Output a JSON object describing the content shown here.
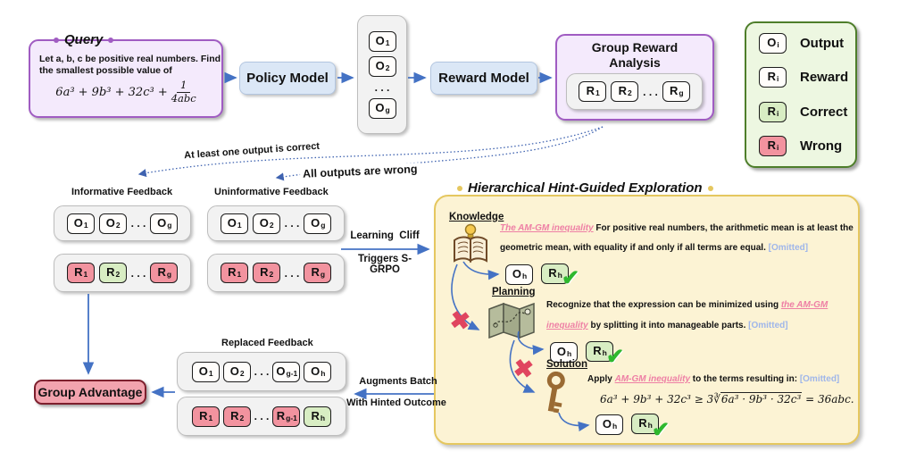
{
  "palette": {
    "arrow_blue": "#4472c4",
    "model_box_fill": "#dbe7f6",
    "purple_border": "#a05cc2",
    "purple_fill": "#f4eafc",
    "container_fill": "#f2f2f2",
    "token_correct_green": "#d8edc3",
    "token_wrong_pink": "#f2939f",
    "legend_fill": "#edf7e1",
    "legend_border": "#4e7e2a",
    "panel_yellow_fill": "#fcf3d4",
    "panel_yellow_border": "#e5c75f",
    "advantage_fill": "#f2a3ae",
    "advantage_border": "#7d1f2d",
    "hint_pink": "#ee7fa5",
    "omitted_blue": "#9fb6ea",
    "check_green": "#2eb82e",
    "cross_red": "#e0455f"
  },
  "symbols": {
    "ellipsis": ". . .",
    "check": "✔",
    "cross": "✖"
  },
  "query": {
    "title": "Query",
    "line1": "Let a, b, c be positive real numbers. Find",
    "line2": "the smallest possible value of",
    "math_main": "6a³ + 9b³ + 32c³ +",
    "frac_num": "1",
    "frac_den": "4abc"
  },
  "flow": {
    "policy_model_label": "Policy Model",
    "reward_model_label": "Reward Model",
    "outputs_stack": [
      {
        "base": "O",
        "sub": "1"
      },
      {
        "base": "O",
        "sub": "2"
      },
      {
        "base": "O",
        "sub": "g"
      }
    ],
    "group_reward_analysis": {
      "title_line1": "Group Reward",
      "title_line2": "Analysis",
      "rewards": [
        {
          "base": "R",
          "sub": "1"
        },
        {
          "base": "R",
          "sub": "2"
        },
        {
          "base": "R",
          "sub": "g"
        }
      ]
    }
  },
  "legend": {
    "rows": [
      {
        "token": {
          "base": "O",
          "sub": "i"
        },
        "variant": "plain",
        "label": "Output"
      },
      {
        "token": {
          "base": "R",
          "sub": "i"
        },
        "variant": "plain",
        "label": "Reward"
      },
      {
        "token": {
          "base": "R",
          "sub": "i"
        },
        "variant": "correct",
        "label": "Correct"
      },
      {
        "token": {
          "base": "R",
          "sub": "i"
        },
        "variant": "wrong",
        "label": "Wrong"
      }
    ]
  },
  "branches": {
    "correct_label": "At least one output is correct",
    "wrong_label": "All outputs are wrong"
  },
  "informative": {
    "title": "Informative Feedback",
    "outputs": [
      {
        "base": "O",
        "sub": "1"
      },
      {
        "base": "O",
        "sub": "2"
      },
      {
        "base": "O",
        "sub": "g"
      }
    ],
    "rewards": [
      {
        "base": "R",
        "sub": "1",
        "status": "wrong"
      },
      {
        "base": "R",
        "sub": "2",
        "status": "correct"
      },
      {
        "base": "R",
        "sub": "g",
        "status": "wrong"
      }
    ]
  },
  "uninformative": {
    "title": "Uninformative Feedback",
    "outputs": [
      {
        "base": "O",
        "sub": "1"
      },
      {
        "base": "O",
        "sub": "2"
      },
      {
        "base": "O",
        "sub": "g"
      }
    ],
    "rewards": [
      {
        "base": "R",
        "sub": "1",
        "status": "wrong"
      },
      {
        "base": "R",
        "sub": "2",
        "status": "wrong"
      },
      {
        "base": "R",
        "sub": "g",
        "status": "wrong"
      }
    ]
  },
  "trigger": {
    "line1": "Learning  Cliff",
    "line2": "Triggers S-GRPO"
  },
  "exploration": {
    "title": "Hierarchical Hint-Guided Exploration",
    "knowledge": {
      "heading": "Knowledge",
      "hint": "The AM-GM inequality",
      "line1_rest": " For positive real numbers, the arithmetic mean is at least the",
      "line2_text": "geometric mean, with equality if and only if all terms are equal. ",
      "omitted": "[Omitted]",
      "output": {
        "base": "O",
        "sub": "h"
      },
      "reward": {
        "base": "R",
        "sub": "h"
      }
    },
    "planning": {
      "heading": "Planning",
      "line1_text": "Recognize that the expression can be minimized using ",
      "line1_hint": "the AM-GM",
      "line2_hint": "inequality",
      "line2_text": " by splitting it into manageable parts. ",
      "omitted": "[Omitted]",
      "output": {
        "base": "O",
        "sub": "h"
      },
      "reward": {
        "base": "R",
        "sub": "h"
      }
    },
    "solution": {
      "heading": "Solution",
      "text_pre": "Apply ",
      "hint": "AM-GM inequality",
      "text_post": " to the terms resulting in: ",
      "omitted": "[Omitted]",
      "math_pre": "6a³ + 9b³ + 32c³ ≥ 3∛",
      "math_radicand": "6a³ · 9b³ · 32c³",
      "math_post": " = 36abc.",
      "output": {
        "base": "O",
        "sub": "h"
      },
      "reward": {
        "base": "R",
        "sub": "h"
      }
    }
  },
  "replaced": {
    "title": "Replaced Feedback",
    "outputs": [
      {
        "base": "O",
        "sub": "1"
      },
      {
        "base": "O",
        "sub": "2"
      },
      {
        "base": "O",
        "sub": "g-1"
      },
      {
        "base": "O",
        "sub": "h"
      }
    ],
    "rewards": [
      {
        "base": "R",
        "sub": "1",
        "status": "wrong"
      },
      {
        "base": "R",
        "sub": "2",
        "status": "wrong"
      },
      {
        "base": "R",
        "sub": "g-1",
        "status": "wrong"
      },
      {
        "base": "R",
        "sub": "h",
        "status": "correct"
      }
    ]
  },
  "advantage": {
    "label": "Group Advantage"
  },
  "augment": {
    "line1": "Augments Batch",
    "line2": "With Hinted Outcome"
  }
}
